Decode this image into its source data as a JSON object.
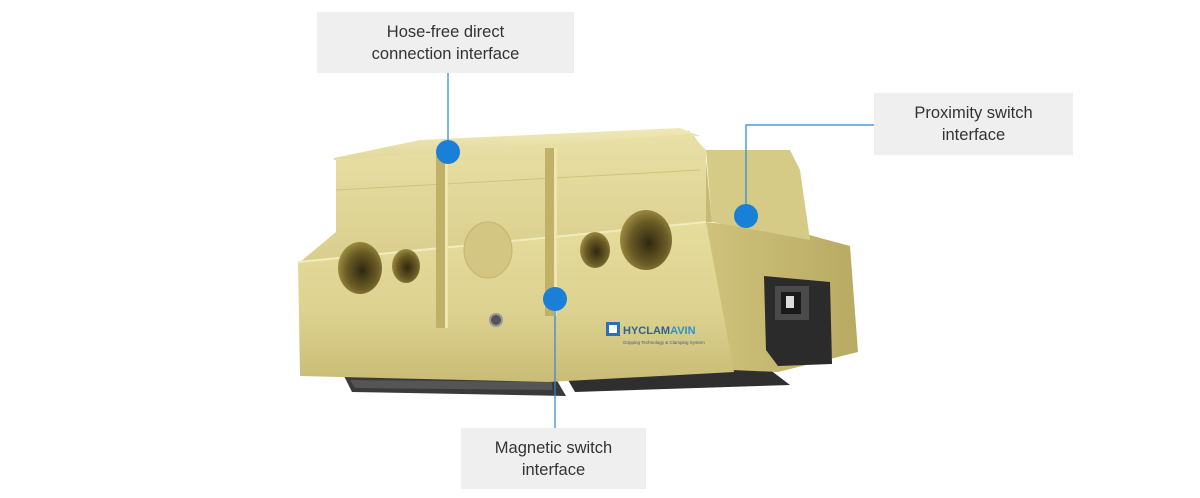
{
  "callouts": {
    "hose_free": {
      "line1": "Hose-free direct",
      "line2": "connection interface"
    },
    "proximity": {
      "line1": "Proximity switch",
      "line2": "interface"
    },
    "magnetic": {
      "line1": "Magnetic switch",
      "line2": "interface"
    }
  },
  "logo": {
    "brand_part1": "HYCLAM",
    "brand_part2": "AVIN",
    "tagline": "Gripping Technology & Clamping System"
  },
  "colors": {
    "marker": "#1a7fd6",
    "leader": "#2a86d8",
    "body": "#d8cd88",
    "callout_bg": "#efefef"
  }
}
